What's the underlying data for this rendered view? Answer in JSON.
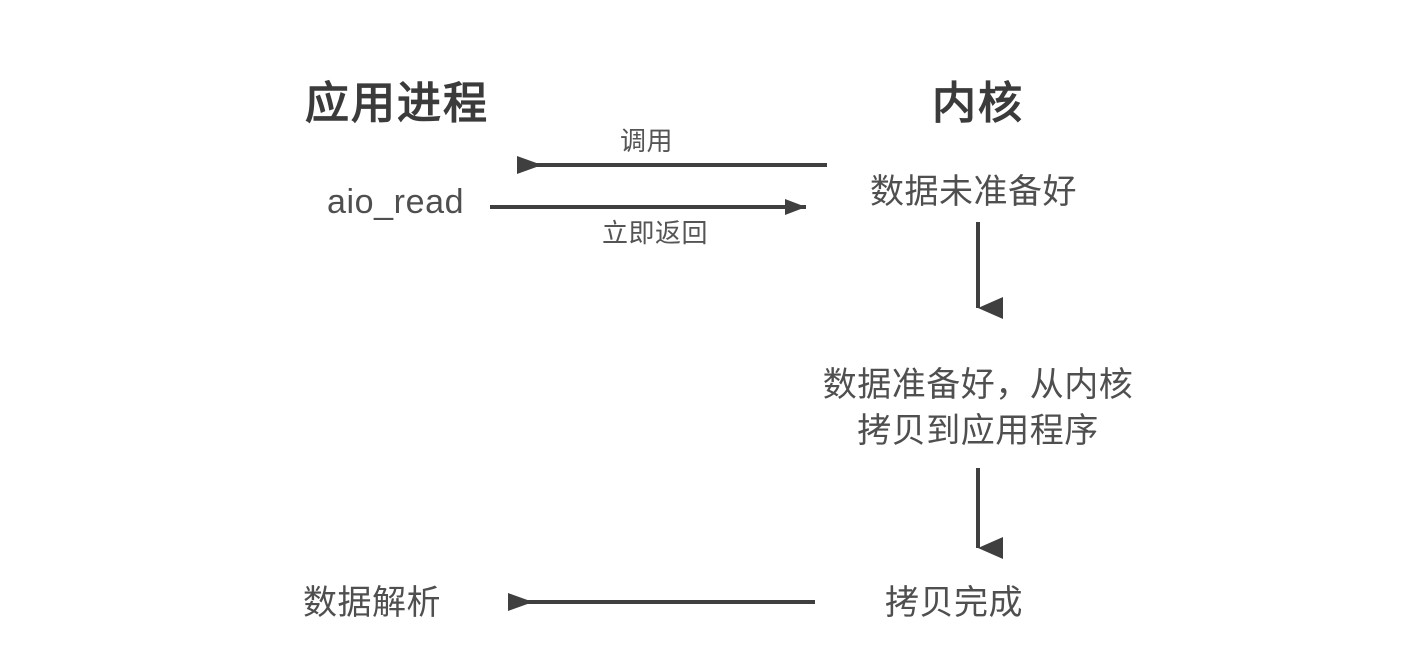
{
  "diagram": {
    "title_left": "应用进程",
    "title_right": "内核",
    "nodes": {
      "app_call": "aio_read",
      "kernel_not_ready": "数据未准备好",
      "kernel_copy_line1": "数据准备好，从内核",
      "kernel_copy_line2": "拷贝到应用程序",
      "kernel_copy_done": "拷贝完成",
      "app_parse": "数据解析"
    },
    "edges": {
      "call": "调用",
      "return_immediately": "立即返回"
    },
    "colors": {
      "stroke": "#3f3f3f",
      "heading_text": "#3b3b3b",
      "body_text": "#4f4f4f",
      "edge_label_text": "#555555",
      "background": "#ffffff"
    }
  }
}
